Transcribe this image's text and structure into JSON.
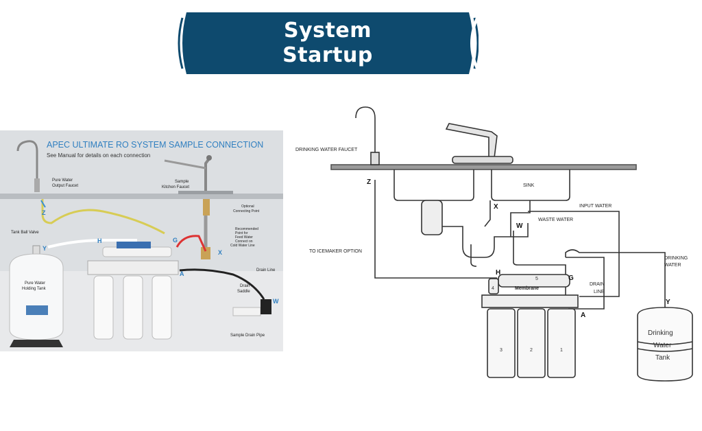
{
  "header": {
    "line1": "System",
    "line2": "Startup"
  },
  "photo_panel": {
    "title": "APEC ULTIMATE RO SYSTEM SAMPLE CONNECTION",
    "subtitle": "See Manual for details on each connection",
    "labels": {
      "faucet_1": "Pure Water",
      "faucet_2": "Output Faucet",
      "kitchen_1": "Sample",
      "kitchen_2": "Kitchen Faucet",
      "opt_1": "Optional",
      "opt_2": "Connecting Point",
      "rec_1": "Recommended",
      "rec_2": "Point for",
      "rec_3": "Feed Water",
      "rec_4": "Connect on",
      "rec_5": "Cold Water Line",
      "ball_valve": "Tank Ball Valve",
      "tank_1": "Pure Water",
      "tank_2": "Holding Tank",
      "drain_line": "Drain Line",
      "saddle_1": "Drain",
      "saddle_2": "Saddle",
      "drain_pipe": "Sample Drain Pipe"
    },
    "letters": {
      "z": "Z",
      "y": "Y",
      "h": "H",
      "g": "G",
      "x": "X",
      "a": "A",
      "w": "W"
    }
  },
  "schematic": {
    "labels": {
      "faucet": "DRINKING WATER FAUCET",
      "sink": "SINK",
      "input": "INPUT WATER",
      "waste": "WASTE WATER",
      "ice": "TO ICEMAKER OPTION",
      "drain_1": "DRAIN",
      "drain_2": "LINE",
      "drinking_1": "DRINKING",
      "drinking_2": "WATER",
      "membrane": "Membrane",
      "tank_1": "Drinking",
      "tank_2": "Water",
      "tank_3": "Tank"
    },
    "letters": {
      "z": "Z",
      "x": "X",
      "w": "W",
      "h": "H",
      "g": "G",
      "a": "A",
      "y": "Y"
    },
    "stage_numbers": {
      "s1": "1",
      "s2": "2",
      "s3": "3",
      "s4": "4",
      "s5": "5"
    }
  }
}
